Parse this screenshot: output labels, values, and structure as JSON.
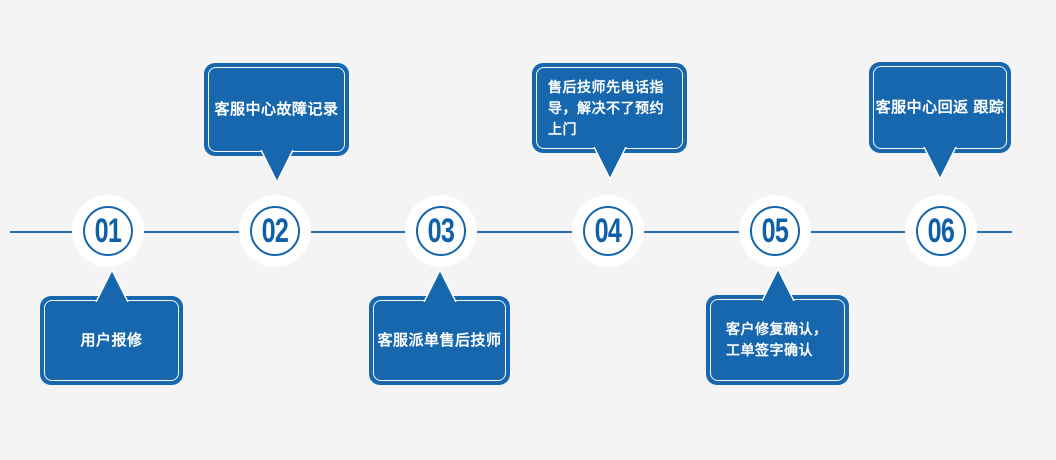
{
  "page": {
    "background_color": "#f4f4f4",
    "accent_blue": "#1667ad",
    "number_blue": "#0f5fa9",
    "line_blue": "#2b6dad",
    "text_color": "#ffffff"
  },
  "timeline": {
    "steps": [
      {
        "number": "01",
        "label": "用户报修",
        "bubble_position": "below"
      },
      {
        "number": "02",
        "label": "客服中心故障记录",
        "bubble_position": "above"
      },
      {
        "number": "03",
        "label": "客服派单售后技师",
        "bubble_position": "below"
      },
      {
        "number": "04",
        "label": "售后技师先电话指\n导，解决不了预约\n上门",
        "bubble_position": "above"
      },
      {
        "number": "05",
        "label": "客户修复确认，\n工单签字确认",
        "bubble_position": "below"
      },
      {
        "number": "06",
        "label": "客服中心回返 跟踪",
        "bubble_position": "above"
      }
    ]
  }
}
